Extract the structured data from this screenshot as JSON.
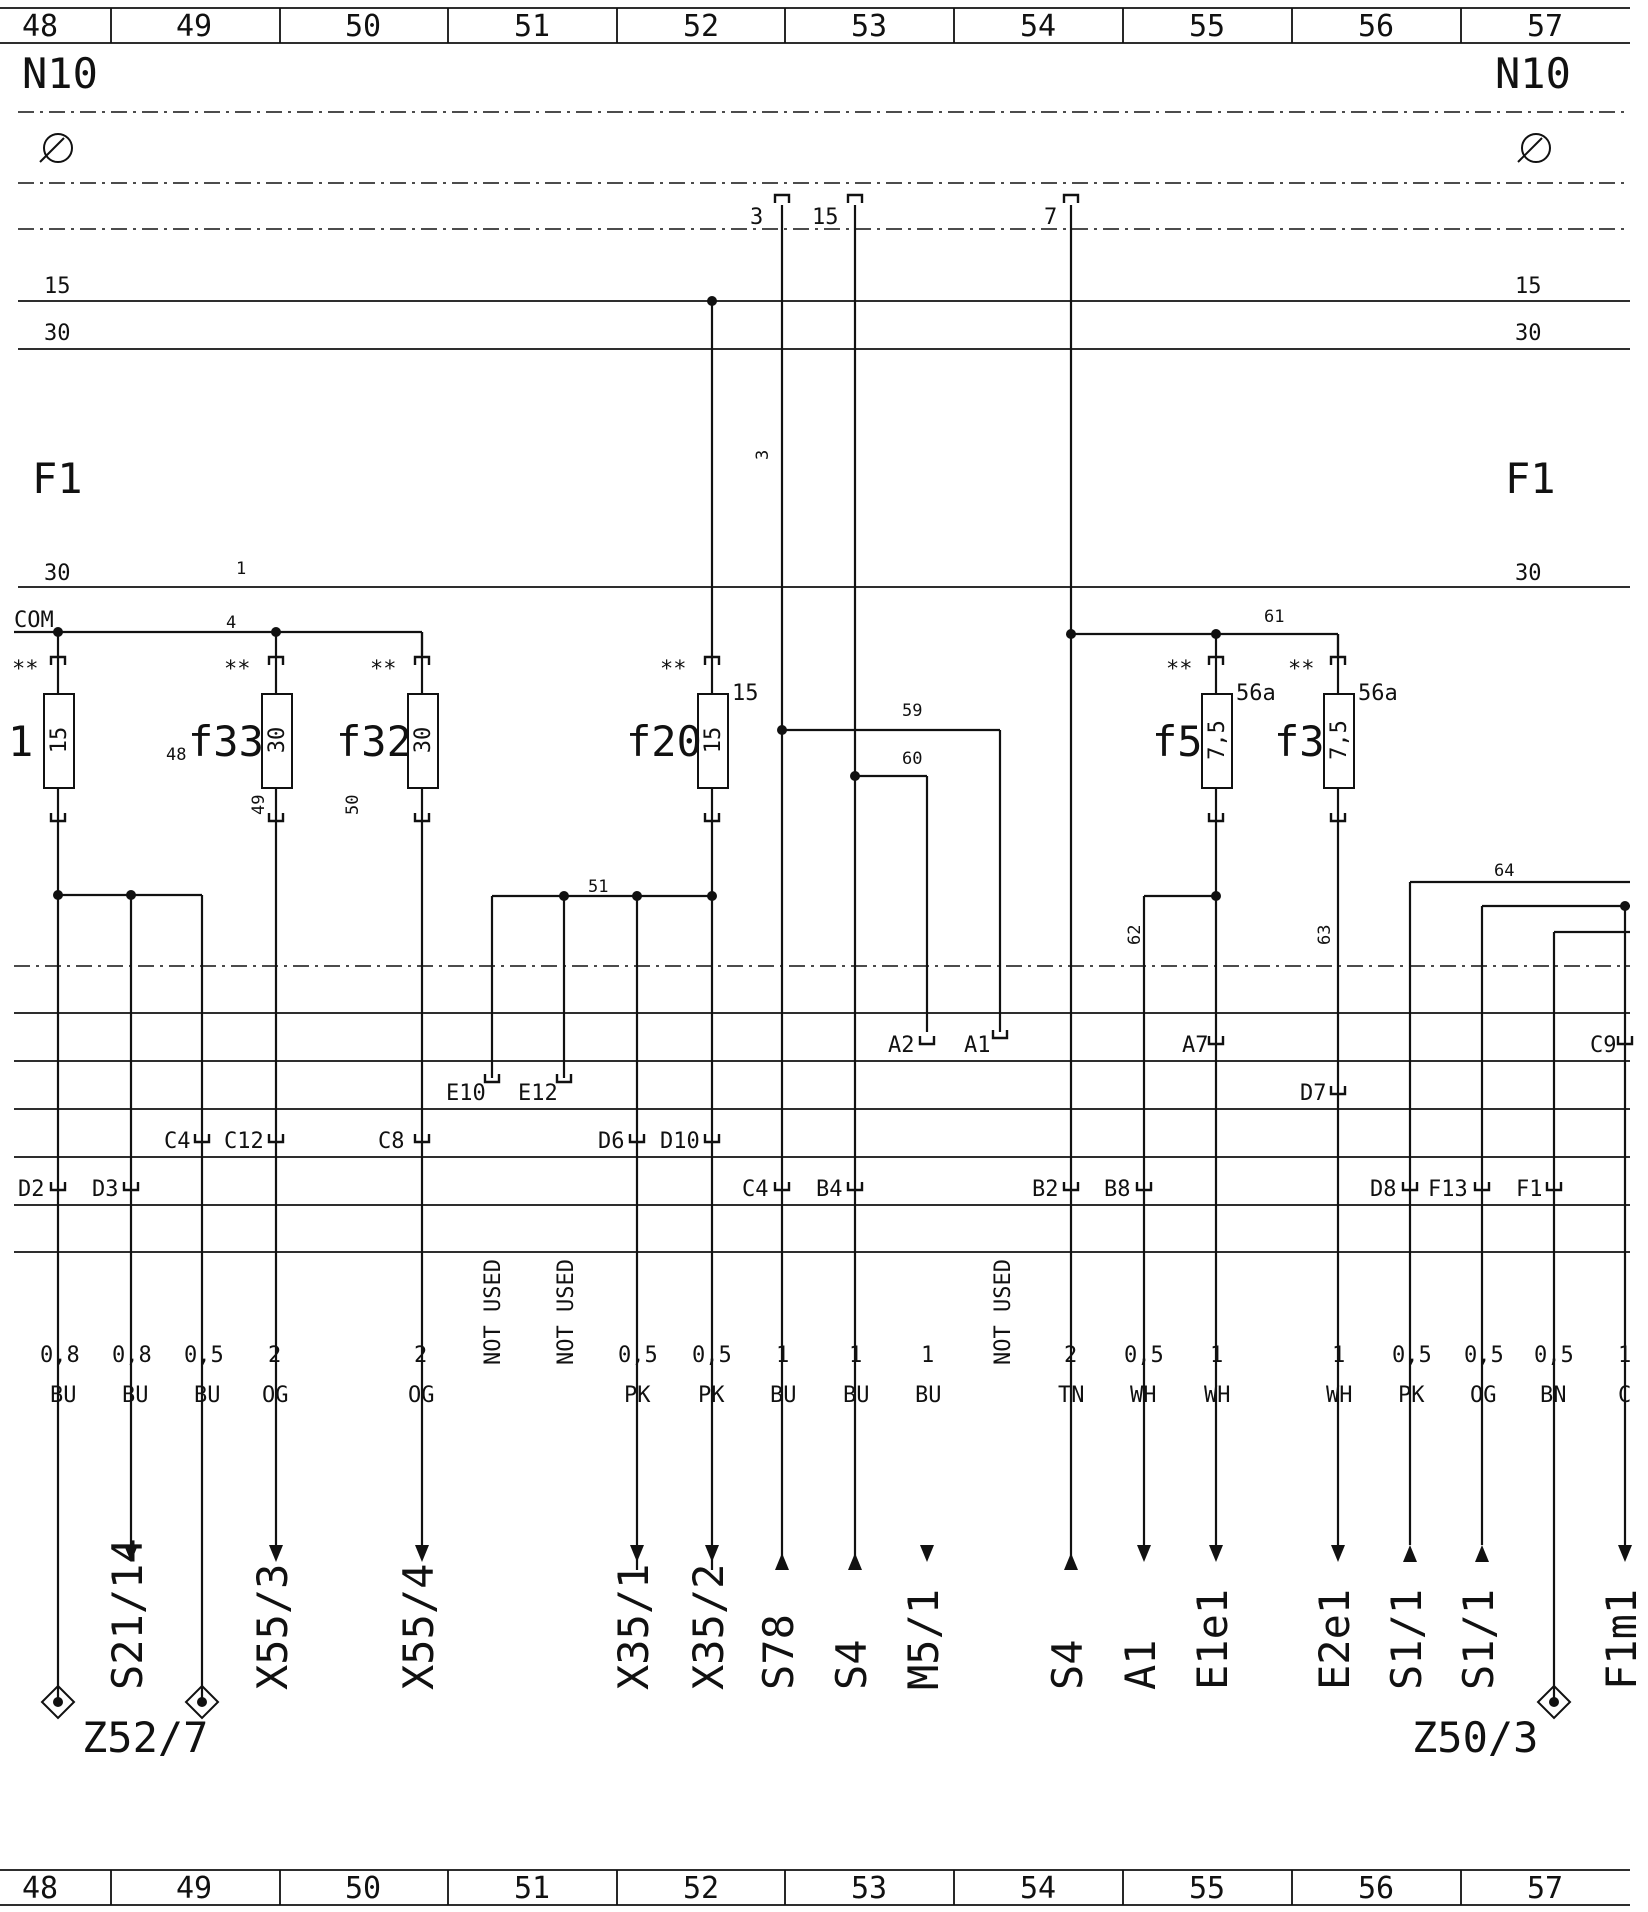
{
  "grid": {
    "columns": [
      "48",
      "49",
      "50",
      "51",
      "52",
      "53",
      "54",
      "55",
      "56",
      "57"
    ]
  },
  "labels": {
    "n10_left": "N10",
    "n10_right": "N10",
    "f1_left": "F1",
    "f1_right": "F1",
    "bus15_left": "15",
    "bus15_right": "15",
    "bus30_left": "30",
    "bus30_right": "30",
    "bus30b_left": "30",
    "bus30b_right": "30",
    "com": "COM",
    "ground_z52": "Z52/7",
    "ground_z50": "Z50/3"
  },
  "wire_numbers": {
    "w1": "1",
    "w4": "4",
    "w3": "3",
    "w51": "51",
    "w59": "59",
    "w60": "60",
    "w61": "61",
    "w62": "62",
    "w63": "63",
    "w64": "64",
    "w48": "48",
    "w49": "49",
    "w50": "50"
  },
  "top_connectors": [
    {
      "pin": "3"
    },
    {
      "pin": "15"
    },
    {
      "pin": "7"
    }
  ],
  "fuses": [
    {
      "name": "1",
      "rating": "15",
      "mark": "**"
    },
    {
      "name": "f33",
      "rating": "30",
      "mark": "**"
    },
    {
      "name": "f32",
      "rating": "30",
      "mark": "**"
    },
    {
      "name": "f20",
      "rating": "15",
      "mark": "**",
      "terminal": "15"
    },
    {
      "name": "f5",
      "rating": "7,5",
      "mark": "**",
      "terminal": "56a"
    },
    {
      "name": "f3",
      "rating": "7,5",
      "mark": "**",
      "terminal": "56a"
    }
  ],
  "pins": [
    "D2",
    "D3",
    "C4",
    "C12",
    "C8",
    "E10",
    "E12",
    "D6",
    "D10",
    "C4",
    "B4",
    "A2",
    "A1",
    "B2",
    "B8",
    "A7",
    "D7",
    "D8",
    "F13",
    "F1",
    "C9"
  ],
  "wires": [
    {
      "size": "0,8",
      "color": "BU",
      "dest": ""
    },
    {
      "size": "0,8",
      "color": "BU",
      "dest": "S21/14"
    },
    {
      "size": "0,5",
      "color": "BU",
      "dest": ""
    },
    {
      "size": "2",
      "color": "OG",
      "dest": "X55/3"
    },
    {
      "size": "2",
      "color": "OG",
      "dest": "X55/4"
    },
    {
      "size": "NOT USED",
      "color": "",
      "dest": ""
    },
    {
      "size": "NOT USED",
      "color": "",
      "dest": ""
    },
    {
      "size": "0,5",
      "color": "PK",
      "dest": "X35/1"
    },
    {
      "size": "0,5",
      "color": "PK",
      "dest": "X35/2"
    },
    {
      "size": "1",
      "color": "BU",
      "dest": "S78"
    },
    {
      "size": "1",
      "color": "BU",
      "dest": "S4"
    },
    {
      "size": "1",
      "color": "BU",
      "dest": "M5/1"
    },
    {
      "size": "NOT USED",
      "color": "",
      "dest": ""
    },
    {
      "size": "2",
      "color": "TN",
      "dest": "S4"
    },
    {
      "size": "0,5",
      "color": "WH",
      "dest": "A1"
    },
    {
      "size": "1",
      "color": "WH",
      "dest": "E1e1"
    },
    {
      "size": "1",
      "color": "WH",
      "dest": "E2e1"
    },
    {
      "size": "0,5",
      "color": "PK",
      "dest": "S1/1"
    },
    {
      "size": "0,5",
      "color": "OG",
      "dest": "S1/1"
    },
    {
      "size": "0,5",
      "color": "BN",
      "dest": ""
    },
    {
      "size": "1",
      "color": "C",
      "dest": "F1m1"
    }
  ]
}
